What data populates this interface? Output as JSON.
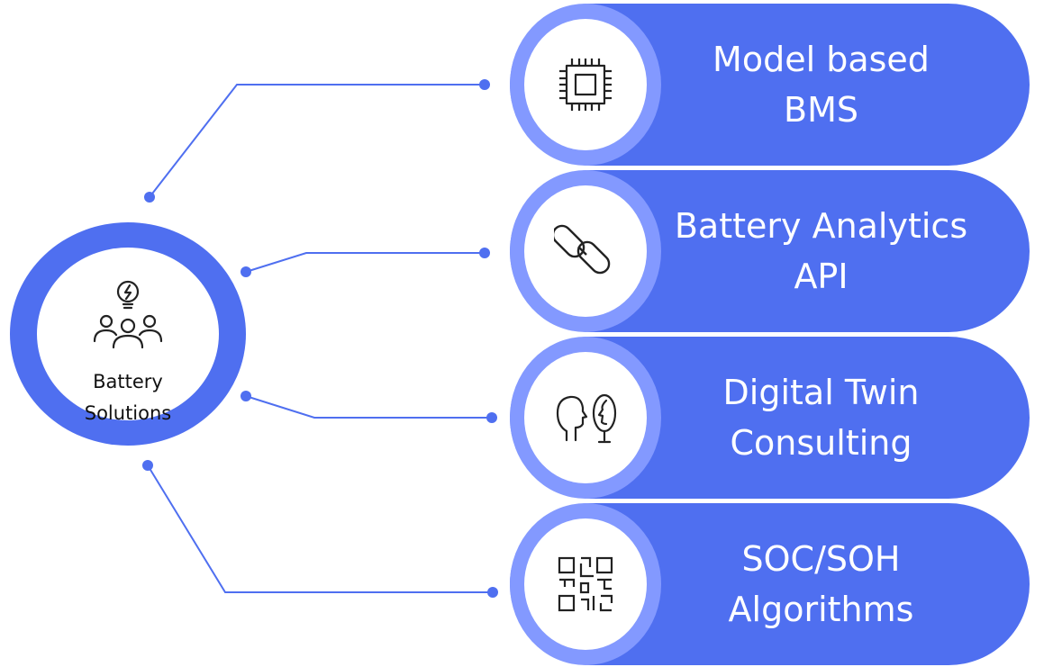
{
  "hub": {
    "icon": "lightbulb-team-icon",
    "label_line1": "Battery",
    "label_line2": "Solutions"
  },
  "items": [
    {
      "icon": "cpu-chip-icon",
      "line1": "Model based",
      "line2": "BMS"
    },
    {
      "icon": "chain-link-icon",
      "line1": "Battery Analytics",
      "line2": "API"
    },
    {
      "icon": "head-mirror-icon",
      "line1": "Digital Twin",
      "line2": "Consulting"
    },
    {
      "icon": "qr-code-icon",
      "line1": "SOC/SOH",
      "line2": "Algorithms"
    }
  ],
  "colors": {
    "primary": "#4f6ff0",
    "ring": "#8399ff",
    "icon_stroke": "#222222"
  }
}
